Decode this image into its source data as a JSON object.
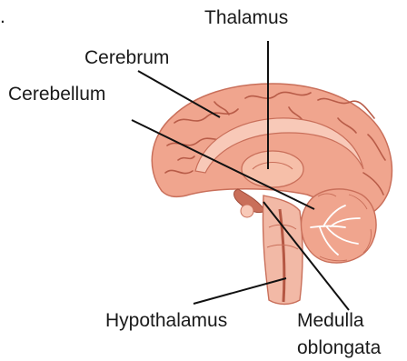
{
  "labels": {
    "dot": ".",
    "thalamus": "Thalamus",
    "cerebrum": "Cerebrum",
    "cerebellum": "Cerebellum",
    "hypothalamus": "Hypothalamus",
    "medulla_line1": "Medulla",
    "medulla_line2": "oblongata"
  },
  "colors": {
    "brain_fill": "#f0a58e",
    "brain_light": "#f8c9b8",
    "brain_dark": "#c96f5a",
    "sulci": "#b85c48",
    "stem_fill": "#f2b9a6",
    "stem_dark": "#b55743",
    "leader_line": "#111111"
  }
}
